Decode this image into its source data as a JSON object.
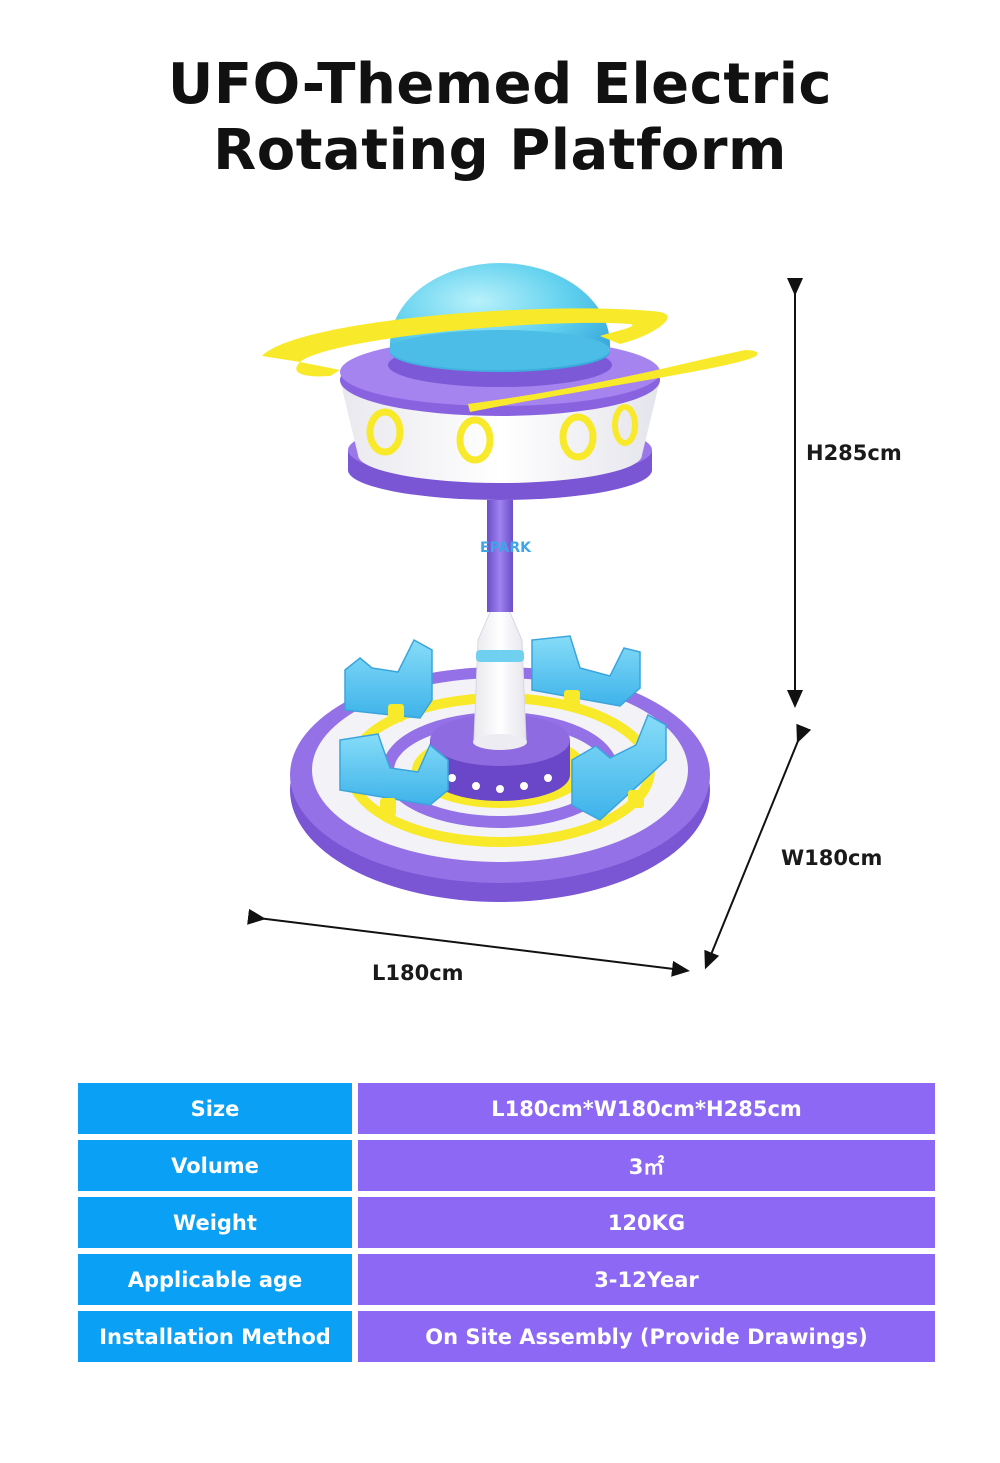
{
  "title": {
    "line1": "UFO-Themed Electric",
    "line2": "Rotating Platform"
  },
  "dimensions": {
    "height": "H285cm",
    "width": "W180cm",
    "length": "L180cm"
  },
  "specs": [
    {
      "label": "Size",
      "value": "L180cm*W180cm*H285cm"
    },
    {
      "label": "Volume",
      "value": "3㎡"
    },
    {
      "label": "Weight",
      "value": "120KG"
    },
    {
      "label": "Applicable age",
      "value": "3-12Year"
    },
    {
      "label": "Installation Method",
      "value": "On Site Assembly (Provide Drawings)"
    }
  ],
  "colors": {
    "label_bg": "#0aa0f5",
    "value_bg": "#8d68f5",
    "purple": "#8e6be0",
    "yellow": "#f8e92a",
    "cyan": "#5fd0ee",
    "seat_blue": "#55c3f2"
  }
}
